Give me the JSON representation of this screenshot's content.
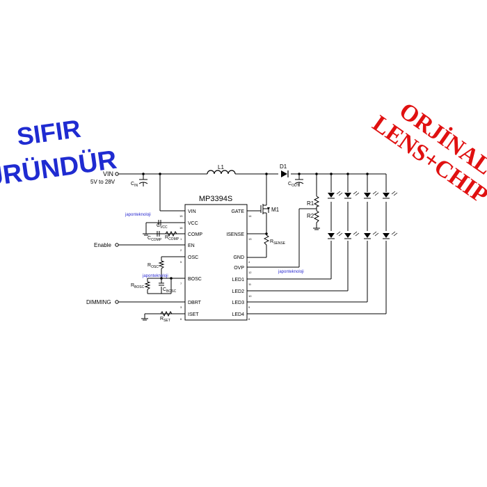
{
  "promo": {
    "left_line1": "SIFIR",
    "left_line2": "ÜRÜNDÜR",
    "right_line1": "ORJİNAL",
    "right_line2": "LENS+CHIP",
    "left_color": "#1f2bd1",
    "right_color": "#e01010"
  },
  "chip": {
    "name": "MP3394S",
    "pins_left": [
      {
        "label": "VIN",
        "num": "15"
      },
      {
        "label": "VCC",
        "num": "16"
      },
      {
        "label": "COMP",
        "num": "1"
      },
      {
        "label": "EN",
        "num": "2"
      },
      {
        "label": "OSC",
        "num": "5"
      },
      {
        "label": "BOSC",
        "num": "7"
      },
      {
        "label": "DBRT",
        "num": "3"
      },
      {
        "label": "ISET",
        "num": "6"
      }
    ],
    "pins_right": [
      {
        "label": "GATE",
        "num": "14"
      },
      {
        "label": "ISENSE",
        "num": "13"
      },
      {
        "label": "GND",
        "num": "4"
      },
      {
        "label": "OVP",
        "num": "12"
      },
      {
        "label": "LED1",
        "num": "11"
      },
      {
        "label": "LED2",
        "num": "10"
      },
      {
        "label": "LED3",
        "num": "9"
      },
      {
        "label": "LED4",
        "num": "8"
      }
    ]
  },
  "labels": {
    "vin": "VIN",
    "vin_range": "5V to 28V",
    "l1": "L1",
    "d1": "D1",
    "m1": "M1",
    "r1": "R1",
    "r2": "R2",
    "enable": "Enable",
    "dimming": "DIMMING",
    "cin_main": "C",
    "cin_sub": "IN",
    "cout_main": "C",
    "cout_sub": "OUT",
    "cvcc_main": "C",
    "cvcc_sub": "VCC",
    "ccomp_main": "C",
    "ccomp_sub": "COMP",
    "rcomp_main": "R",
    "rcomp_sub": "COMP",
    "rsense_main": "R",
    "rsense_sub": "SENSE",
    "rosc_main": "R",
    "rosc_sub": "OSC",
    "rbosc_main": "R",
    "rbosc_sub": "BOSC",
    "cbosc_main": "C",
    "cbosc_sub": "BOSC",
    "rset_main": "R",
    "rset_sub": "SET"
  },
  "watermarks": [
    "japonteknoloji",
    "japonteknoloji",
    "japonteknoloji"
  ],
  "watermark_color": "#2a2ad0"
}
